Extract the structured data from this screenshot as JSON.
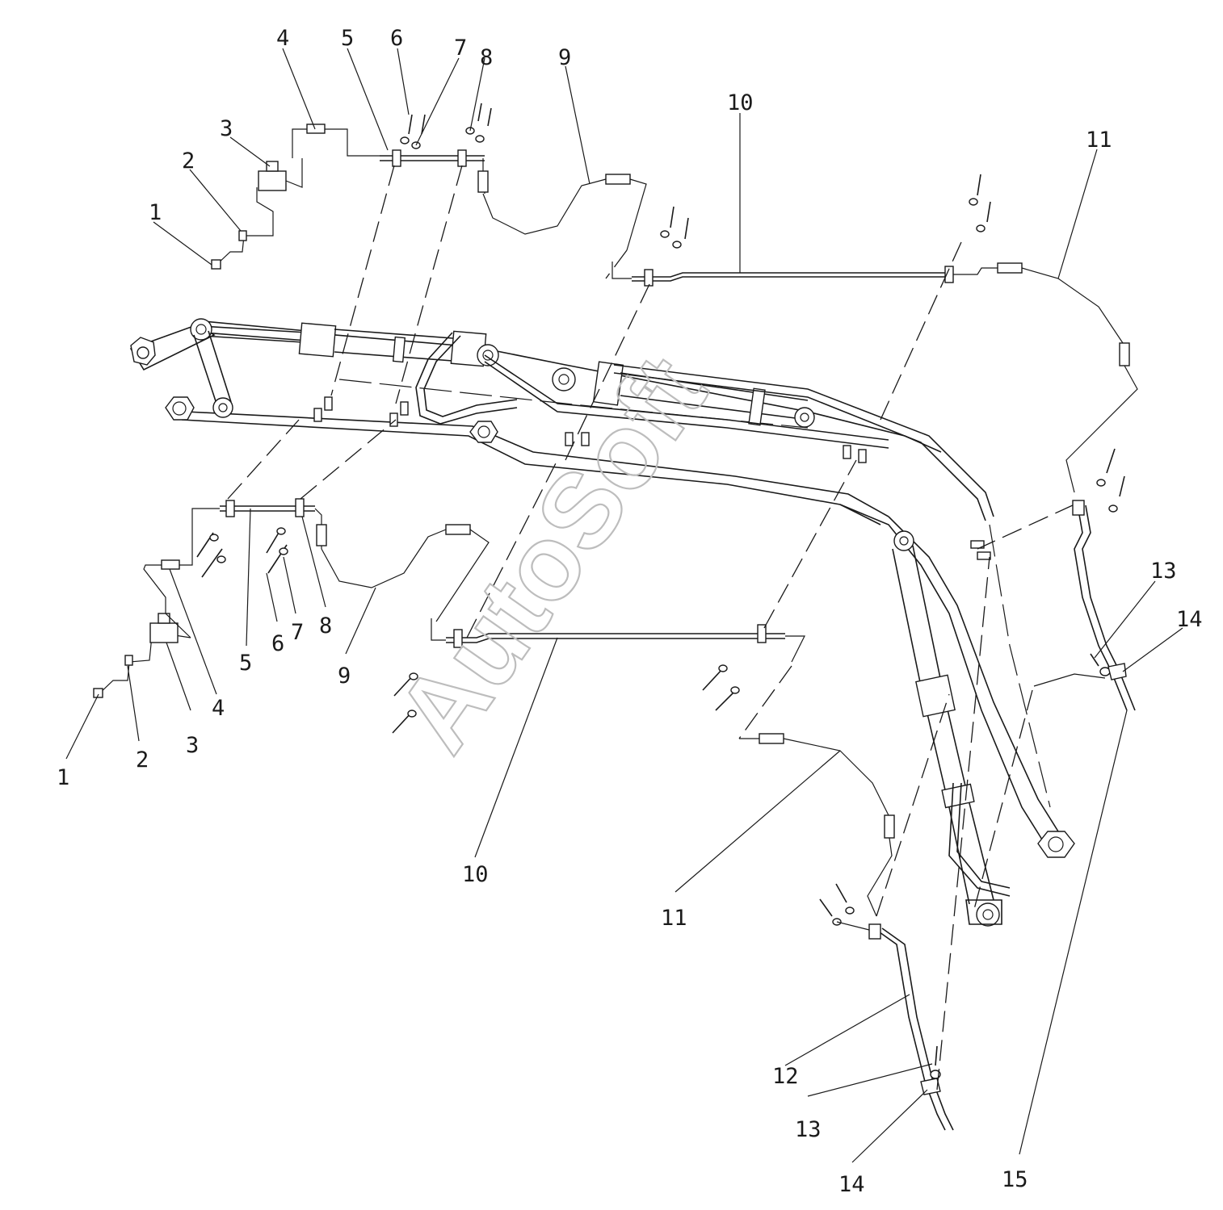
{
  "watermark": "AutoSoft",
  "labels": {
    "top": [
      "4",
      "5",
      "6",
      "7",
      "8",
      "9",
      "3",
      "2",
      "1",
      "10",
      "11"
    ],
    "bottom": [
      "1",
      "2",
      "3",
      "4",
      "5",
      "6",
      "7",
      "8",
      "9",
      "10",
      "11",
      "12",
      "13",
      "14",
      "15"
    ],
    "right": [
      "13",
      "14"
    ]
  }
}
